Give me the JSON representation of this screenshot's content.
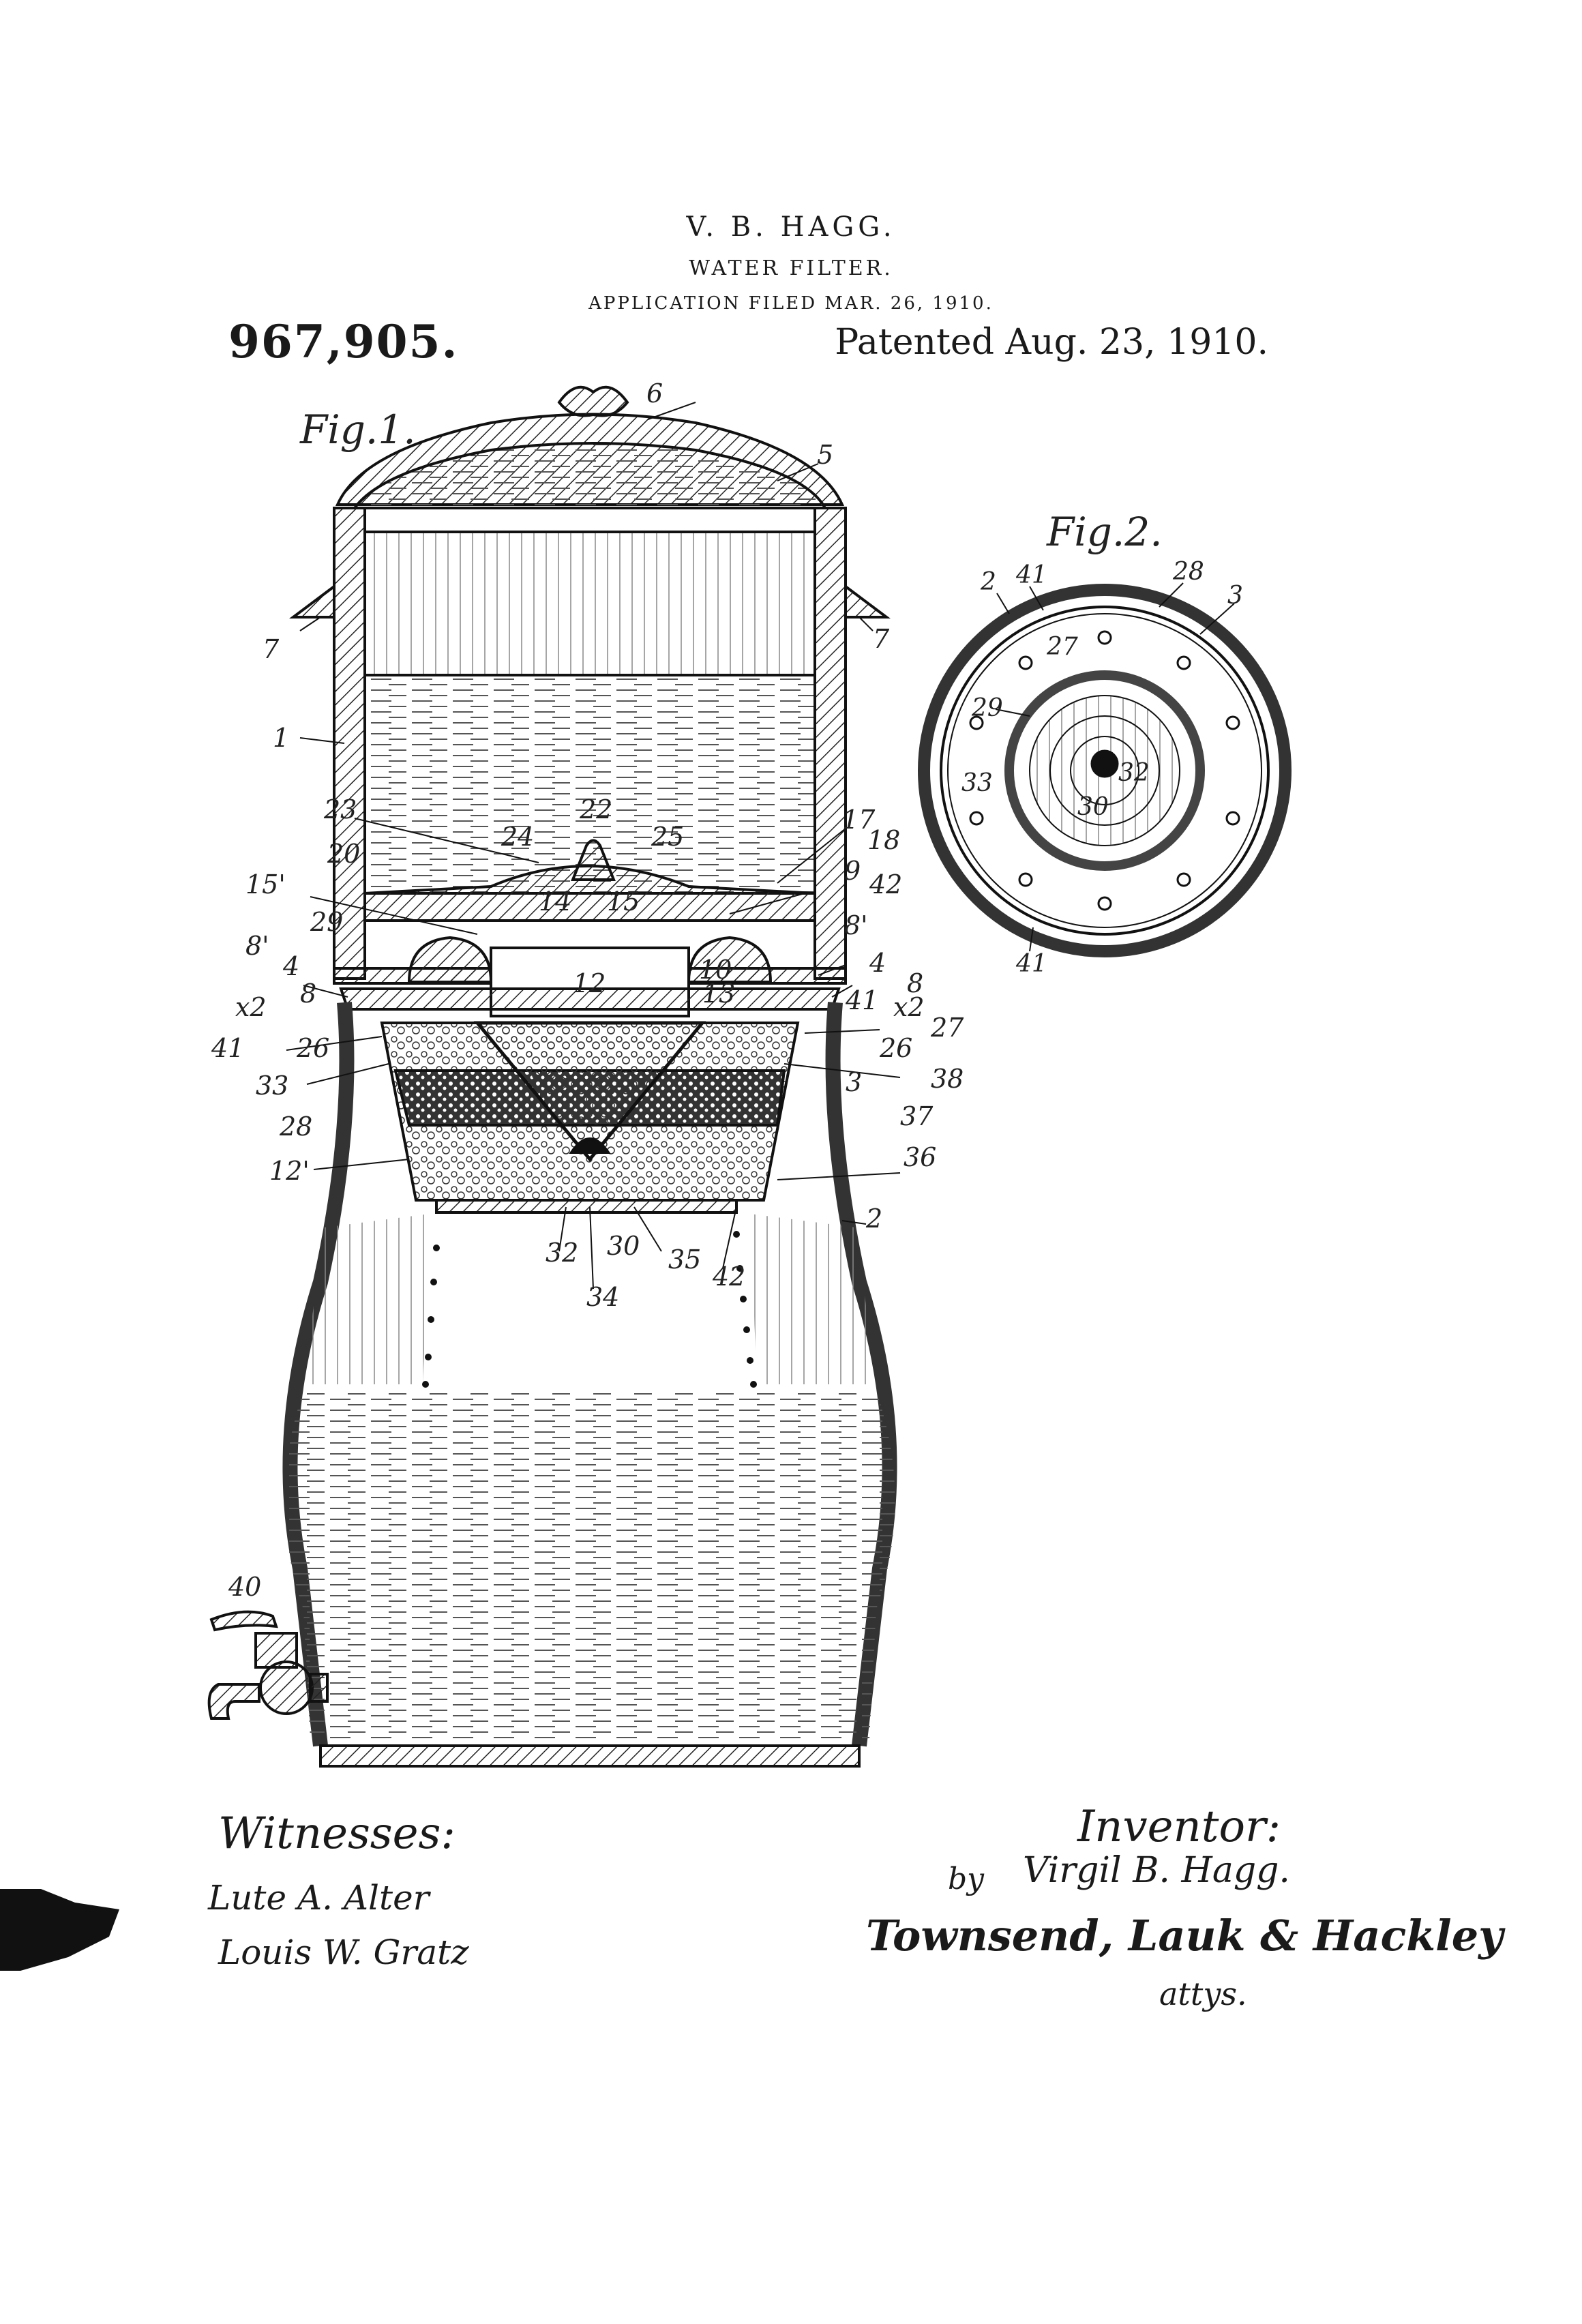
{
  "header": {
    "inventor_name": "V. B. HAGG.",
    "invention_title": "WATER FILTER.",
    "application_filed": "APPLICATION FILED MAR. 26, 1910.",
    "patent_number": "967,905.",
    "patented_date": "Patented Aug. 23, 1910."
  },
  "figures": {
    "fig1_label": "Fig.1.",
    "fig2_label": "Fig.2."
  },
  "fig1_callouts": {
    "c6": "6",
    "c5": "5",
    "c7l": "7",
    "c7r": "7",
    "c1": "1",
    "c23": "23",
    "c22": "22",
    "c24": "24",
    "c25": "25",
    "c17": "17",
    "c18": "18",
    "c20": "20",
    "c9": "9",
    "c42a": "42",
    "c15p": "15'",
    "c14": "14",
    "c15": "15",
    "c8p_r": "8'",
    "c29": "29",
    "c8p_l": "8'",
    "c4l": "4",
    "c12": "12",
    "c10": "10",
    "c13": "13",
    "c4r": "4",
    "c8l": "8",
    "c8r": "8",
    "cx2l": "x2",
    "cx2r": "x2",
    "c41l": "41",
    "c41r": "41",
    "c26l": "26",
    "c27": "27",
    "c26r": "26",
    "c33": "33",
    "c38": "38",
    "c3": "3",
    "c28": "28",
    "c37": "37",
    "c12p": "12'",
    "c36": "36",
    "c2": "2",
    "c32": "32",
    "c30": "30",
    "c35": "35",
    "c42b": "42",
    "c34": "34",
    "c40": "40"
  },
  "fig2_callouts": {
    "c2": "2",
    "c41t": "41",
    "c28": "28",
    "c3": "3",
    "c27": "27",
    "c29": "29",
    "c32": "32",
    "c33": "33",
    "c30": "30",
    "c41b": "41"
  },
  "signatures": {
    "witnesses_label": "Witnesses:",
    "witness_1": "Lute A. Alter",
    "witness_2": "Louis W. Gratz",
    "inventor_label": "Inventor:",
    "inventor_signature": "Virgil B. Hagg.",
    "by": "by",
    "attorney": "Townsend, Lauk & Hackley",
    "attys": "attys."
  }
}
